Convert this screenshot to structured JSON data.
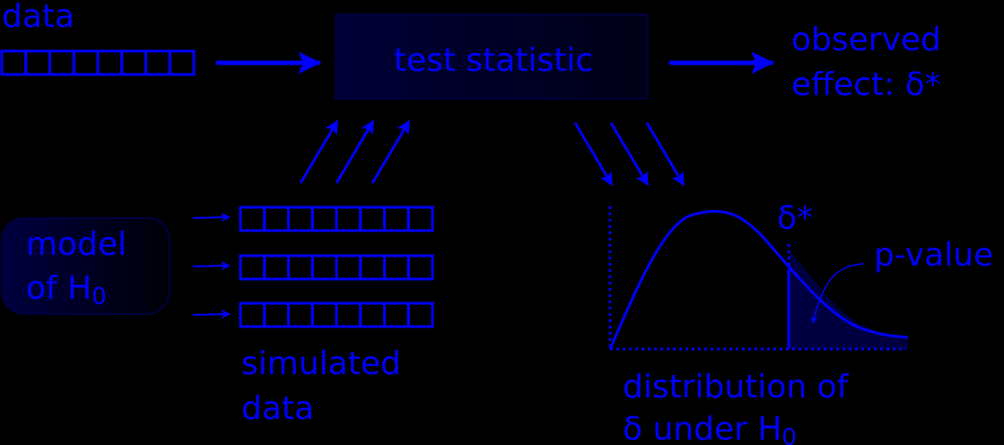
{
  "labels": {
    "data": "data",
    "test_statistic": "test statistic",
    "observed_line1": "observed",
    "observed_line2": "effect: δ*",
    "model_line1": "model",
    "model_line2_prefix": "of H",
    "model_line2_sub": "0",
    "simulated_line1": "simulated",
    "simulated_line2": "data",
    "delta_star": "δ*",
    "p_value": "p-value",
    "distribution_line1": "distribution of",
    "distribution_line2_prefix": "δ under H",
    "distribution_line2_sub": "0"
  },
  "colors": {
    "stroke": "#0000ff",
    "box_fill_dark": "#000033",
    "box_fill_light": "#000015",
    "tail_fill": "#000040"
  },
  "array_cells": 8
}
